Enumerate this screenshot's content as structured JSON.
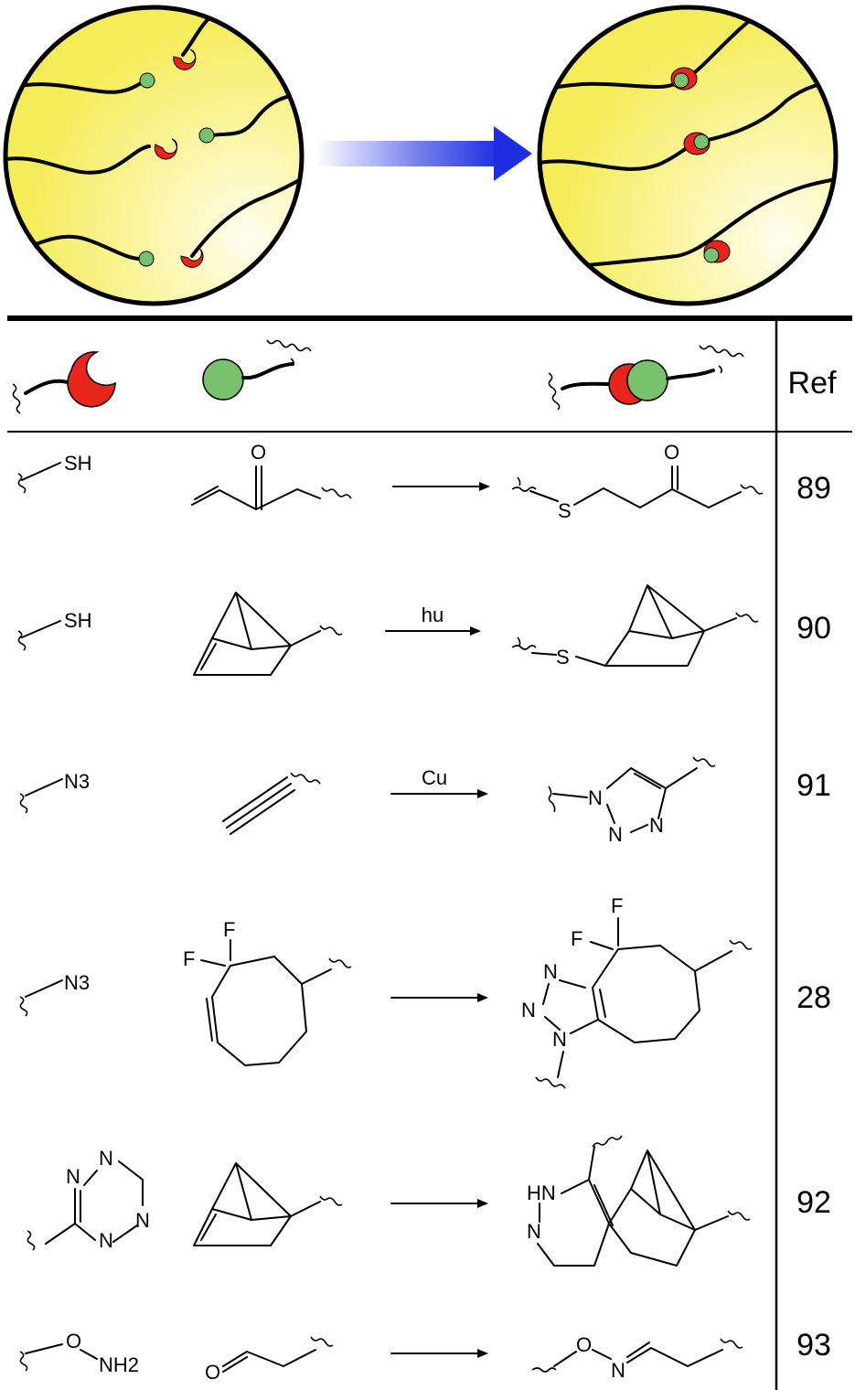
{
  "figure": {
    "header": {
      "ref_label": "Ref"
    },
    "reactions": [
      {
        "id": "r1",
        "ref": "89",
        "condition": "",
        "reagent_a": [
          "SH"
        ],
        "reagent_b": [
          "O"
        ],
        "product": [
          "O",
          "S"
        ]
      },
      {
        "id": "r2",
        "ref": "90",
        "condition": "hu",
        "reagent_a": [
          "SH"
        ],
        "reagent_b": [],
        "product": [
          "S"
        ]
      },
      {
        "id": "r3",
        "ref": "91",
        "condition": "Cu",
        "reagent_a": [
          "N3"
        ],
        "reagent_b": [],
        "product": [
          "N",
          "N",
          "N"
        ]
      },
      {
        "id": "r4",
        "ref": "28",
        "condition": "",
        "reagent_a": [
          "N3"
        ],
        "reagent_b": [
          "F",
          "F"
        ],
        "product": [
          "F",
          "F",
          "N",
          "N",
          "N"
        ]
      },
      {
        "id": "r5",
        "ref": "92",
        "condition": "",
        "reagent_a": [
          "N",
          "N",
          "N",
          "N"
        ],
        "reagent_b": [],
        "product": [
          "HN",
          "N"
        ]
      },
      {
        "id": "r6",
        "ref": "93",
        "condition": "",
        "reagent_a": [
          "O",
          "NH2"
        ],
        "reagent_b": [
          "O"
        ],
        "product": [
          "O",
          "N"
        ]
      }
    ],
    "colors": {
      "particle_fill": "#f7ef6a",
      "particle_highlight": "#fffdf0",
      "receptor_red": "#e8251b",
      "ligand_green": "#78c26f",
      "arrow_blue": "#1e2fe0",
      "line_black": "#000000"
    },
    "icons": [
      "crosslinking-particle",
      "red-crescent-receptor",
      "green-ball-ligand",
      "bound-conjugate",
      "reaction-arrow"
    ]
  }
}
